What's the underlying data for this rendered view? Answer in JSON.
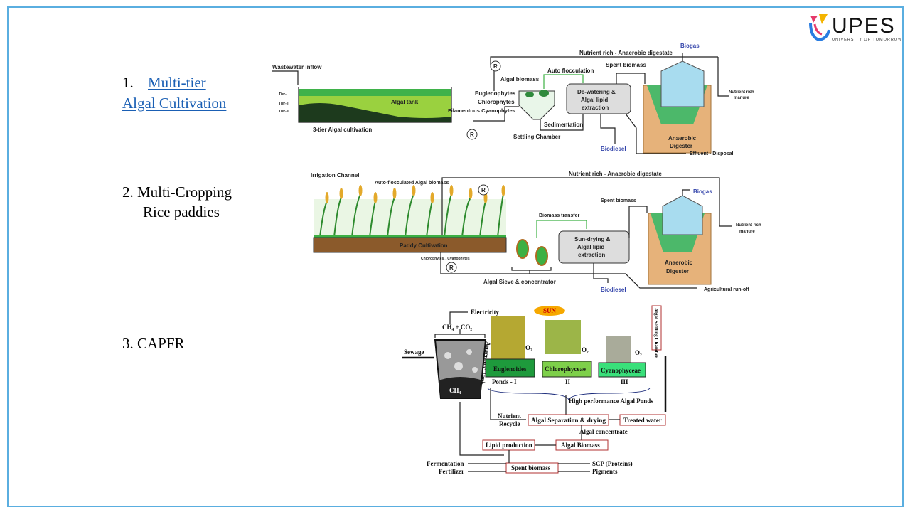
{
  "logo": {
    "name": "UPES",
    "tagline": "UNIVERSITY OF TOMORROW"
  },
  "items": [
    {
      "number": "1.",
      "title_line1": "Multi-tier ",
      "title_line2": "Algal Cultivation"
    },
    {
      "line1": "2. Multi-Cropping",
      "line2": "Rice paddies"
    },
    {
      "line1": "3. CAPFR"
    }
  ],
  "diagram1": {
    "wastewater_inflow": "Wastewater inflow",
    "algal_tank": "Algal tank",
    "euglenophytes": "Euglenophytes",
    "chlorophytes": "Chlorophytes",
    "filamentous": "Filamentous Cyanophytes",
    "caption": "3-tier Algal cultivation",
    "tier1": "Tier-I",
    "tier2": "Tier-II",
    "tier3": "Tier-III",
    "recycle": "R",
    "algal_biomass": "Algal biomass",
    "auto_flocculation": "Auto flocculation",
    "settling_chamber": "Settling Chamber",
    "sedimentation": "Sedimentation",
    "process": [
      "De-watering &",
      "Algal lipid",
      "extraction"
    ],
    "biodiesel": "Biodiesel",
    "digestate": "Nutrient rich - Anaerobic digestate",
    "spent_biomass": "Spent biomass",
    "biogas": "Biogas",
    "digester": [
      "Anaerobic",
      "Digester"
    ],
    "manure": [
      "Nutrient rich",
      "manure"
    ],
    "effluent": "Effluent - Disposal"
  },
  "diagram2": {
    "irrigation": "Irrigation Channel",
    "auto_floc": "Auto-flocculated Algal biomass",
    "paddy": "Paddy Cultivation",
    "succession": "Chlorophytes→Cyanophytes",
    "recycle": "R",
    "sieve": "Algal Sieve & concentrator",
    "biomass_transfer": "Biomass transfer",
    "process": [
      "Sun-drying &",
      "Algal lipid",
      "extraction"
    ],
    "biodiesel": "Biodiesel",
    "digestate": "Nutrient rich - Anaerobic digestate",
    "spent_biomass": "Spent biomass",
    "biogas": "Biogas",
    "digester": [
      "Anaerobic",
      "Digester"
    ],
    "manure": [
      "Nutrient rich",
      "manure"
    ],
    "runoff": "Agricultural run-off"
  },
  "diagram3": {
    "sewage": "Sewage",
    "anaerobic_tank": "Anaerobic Tank",
    "ch4": "CH₄",
    "gas": "CH₄ + CO₂",
    "electricity": "Electricity",
    "sun": "SUN",
    "o2": "O₂",
    "ponds": [
      "Euglenoides",
      "Chlorophyceae",
      "Cyanophyceae"
    ],
    "pond_numbers": [
      "Ponds - I",
      "II",
      "III"
    ],
    "settling": "Algal Settling Chamber",
    "hpap": "High performance Algal Ponds",
    "nutrient_recycle": [
      "Nutrient",
      "Recycle"
    ],
    "separation": "Algal Separation & drying",
    "treated_water": "Treated water",
    "concentrate": "Algal concentrate",
    "algal_biomass": "Algal Biomass",
    "lipid": "Lipid production",
    "spent": "Spent biomass",
    "fermentation": "Fermentation",
    "fertilizer": "Fertilizer",
    "scp": "SCP (Proteins)",
    "pigments": "Pigments"
  },
  "colors": {
    "frame": "#5aaee0",
    "link": "#1a5fb4",
    "algae_green": "#3cb043",
    "soil": "#8b5a2b",
    "digester_blue": "#a8dcef"
  }
}
